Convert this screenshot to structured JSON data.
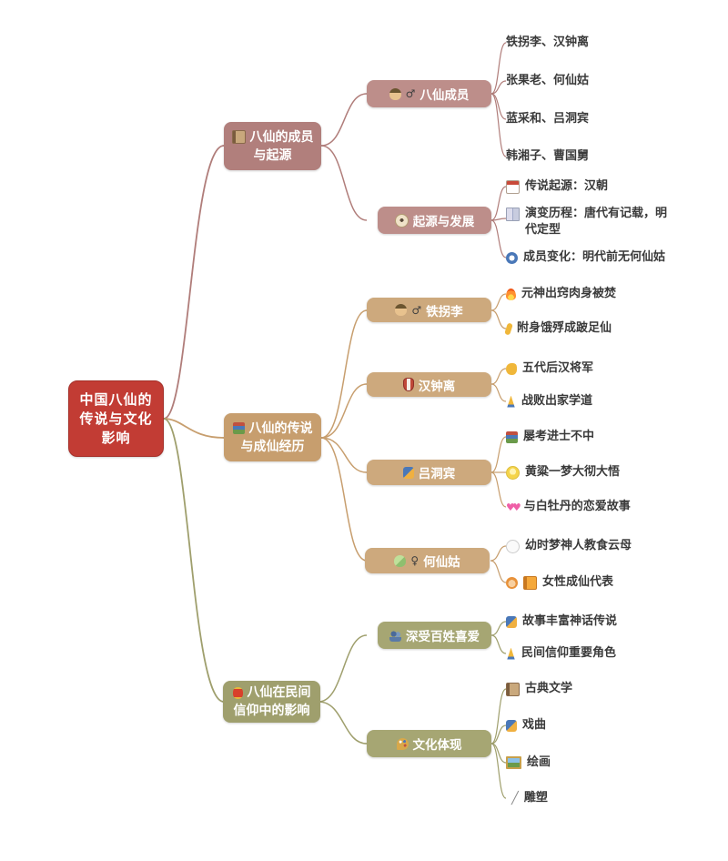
{
  "title": "中国八仙的传说与文化影响",
  "colors": {
    "root": "#c23c34",
    "branch1": "#b17f7c",
    "branch1_child": "#bd8e8a",
    "branch2": "#c79e6e",
    "branch2_child": "#cda97d",
    "branch3": "#9f9f6d",
    "branch3_child": "#a6a673",
    "leaf_text": "#3a3a3a"
  },
  "root": {
    "lines": [
      "中国八仙的",
      "传说与文化",
      "影响"
    ]
  },
  "branches": [
    {
      "icon": "notebook",
      "label1": "八仙的成员",
      "label2": "与起源",
      "children": [
        {
          "icon": "mage",
          "gender": "♂",
          "label": "八仙成员",
          "leaves": [
            {
              "text": "铁拐李、汉钟离"
            },
            {
              "text": "张果老、何仙姑"
            },
            {
              "text": "蓝采和、吕洞宾"
            },
            {
              "text": "韩湘子、曹国舅"
            }
          ]
        },
        {
          "icon": "compass-clock",
          "label": "起源与发展",
          "leaves": [
            {
              "icon": "calendar",
              "text": "传说起源：汉朝"
            },
            {
              "icon": "open-book",
              "text": "演变历程：唐代有记载，明代定型"
            },
            {
              "icon": "refresh",
              "text": "成员变化：明代前无何仙姑"
            }
          ]
        }
      ]
    },
    {
      "icon": "books",
      "label1": "八仙的传说",
      "label2": "与成仙经历",
      "children": [
        {
          "icon": "mage",
          "gender": "♂",
          "label": "铁拐李",
          "leaves": [
            {
              "icon": "fire",
              "text": "元神出窍肉身被焚"
            },
            {
              "icon": "leg",
              "text": "附身饿殍成跛足仙"
            }
          ]
        },
        {
          "icon": "shield",
          "label": "汉钟离",
          "leaves": [
            {
              "icon": "muscle",
              "text": "五代后汉将军"
            },
            {
              "icon": "pray",
              "text": "战败出家学道"
            }
          ]
        },
        {
          "icon": "theater-masks",
          "label": "吕洞宾",
          "leaves": [
            {
              "icon": "books",
              "text": "屡考进士不中"
            },
            {
              "icon": "bulb",
              "text": "黄粱一梦大彻大悟"
            },
            {
              "icon": "two-hearts",
              "text": "与白牡丹的恋爱故事"
            }
          ]
        },
        {
          "icon": "fairy",
          "gender": "♀",
          "label": "何仙姑",
          "leaves": [
            {
              "icon": "thought-bubble",
              "text": "幼时梦神人教食云母"
            },
            {
              "icon": "woman-and-book",
              "text": "女性成仙代表"
            }
          ]
        }
      ]
    },
    {
      "icon": "lantern",
      "label1": "八仙在民间",
      "label2": "信仰中的影响",
      "children": [
        {
          "icon": "busts",
          "label": "深受百姓喜爱",
          "leaves": [
            {
              "icon": "theater-masks",
              "text": "故事丰富神话传说"
            },
            {
              "icon": "pray",
              "text": "民间信仰重要角色"
            }
          ]
        },
        {
          "icon": "palette",
          "label": "文化体现",
          "leaves": [
            {
              "icon": "notebook",
              "text": "古典文学"
            },
            {
              "icon": "theater-masks",
              "text": "戏曲"
            },
            {
              "icon": "picture-frame",
              "text": "绘画"
            },
            {
              "icon": "chisel",
              "text": "雕塑"
            }
          ]
        }
      ]
    }
  ]
}
